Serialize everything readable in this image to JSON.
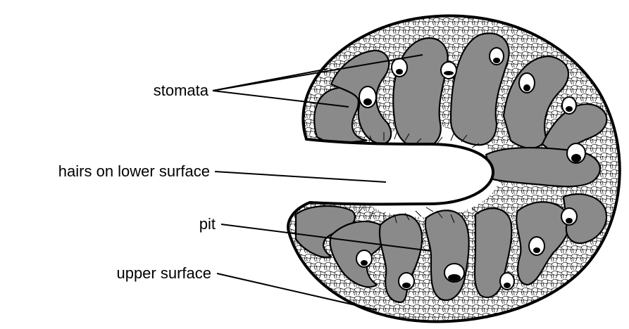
{
  "labels": {
    "stomata": "stomata",
    "hairs": "hairs on lower surface",
    "pit": "pit",
    "upper_surface": "upper surface"
  },
  "colors": {
    "outline": "#000000",
    "tissue": "#8a8a8a",
    "background": "#ffffff"
  }
}
